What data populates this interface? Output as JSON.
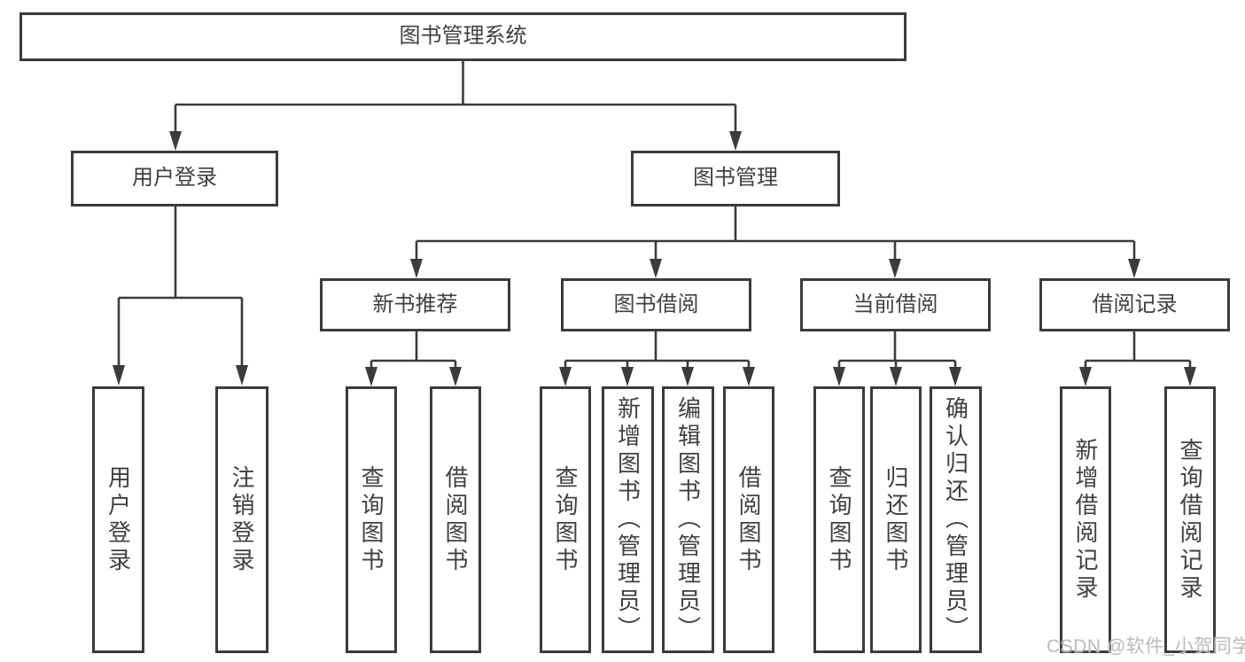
{
  "root": {
    "label": "图书管理系统"
  },
  "branches": [
    {
      "label": "用户登录",
      "leaves": [
        {
          "label": "用户登录"
        },
        {
          "label": "注销登录"
        }
      ]
    },
    {
      "label": "图书管理",
      "groups": [
        {
          "label": "新书推荐",
          "leaves": [
            {
              "label": "查询图书"
            },
            {
              "label": "借阅图书"
            }
          ]
        },
        {
          "label": "图书借阅",
          "leaves": [
            {
              "label": "查询图书"
            },
            {
              "label": "新增图书（管理员）"
            },
            {
              "label": "编辑图书（管理员）"
            },
            {
              "label": "借阅图书"
            }
          ]
        },
        {
          "label": "当前借阅",
          "leaves": [
            {
              "label": "查询图书"
            },
            {
              "label": "归还图书"
            },
            {
              "label": "确认归还（管理员）"
            }
          ]
        },
        {
          "label": "借阅记录",
          "leaves": [
            {
              "label": "新增借阅记录"
            },
            {
              "label": "查询借阅记录"
            }
          ]
        }
      ]
    }
  ],
  "watermark": {
    "text": "CSDN @软件_小贺同学"
  },
  "colors": {
    "line": "#3b3b3b",
    "text": "#404040",
    "background": "#ffffff",
    "watermark": "#b6b6b6"
  }
}
